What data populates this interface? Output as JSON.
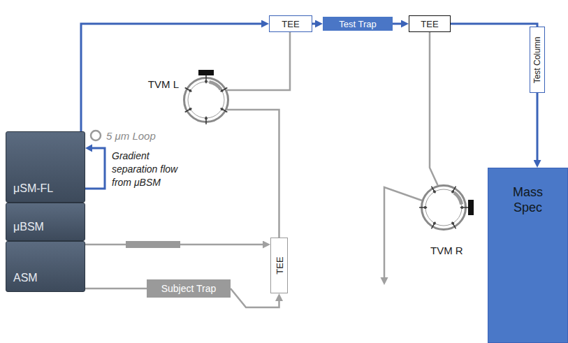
{
  "diagram": {
    "nodes": [
      {
        "text": [
          "μSM-FL"
        ]
      },
      {
        "text": [
          "μBSM"
        ]
      },
      {
        "text": [
          "ASM"
        ]
      },
      {
        "text": [
          "TEE"
        ]
      },
      {
        "text": [
          "Test Trap"
        ]
      },
      {
        "text": [
          "TEE"
        ]
      },
      {
        "text": [
          "Test Column"
        ]
      },
      {
        "text": [
          "Mass Spec"
        ]
      },
      {
        "text": [
          "TVM L"
        ]
      },
      {
        "text": [
          "TVM R"
        ]
      },
      {
        "text": [
          "TEE"
        ]
      },
      {
        "text": [
          "Subject Trap"
        ]
      }
    ],
    "edges": [
      {
        "from": 0,
        "to": 3,
        "arrow": "to"
      },
      {
        "from": 3,
        "to": 4,
        "arrow": "to"
      },
      {
        "from": 4,
        "to": 5,
        "arrow": "to"
      },
      {
        "from": 5,
        "to": 6,
        "arrow": "none"
      },
      {
        "from": 6,
        "to": 7,
        "arrow": "to"
      },
      {
        "from": 3,
        "to": 8,
        "arrow": "none"
      },
      {
        "from": 8,
        "to": 10,
        "arrow": "none"
      },
      {
        "from": 5,
        "to": 9,
        "arrow": "none"
      },
      {
        "from": 2,
        "to": 10,
        "arrow": "to"
      },
      {
        "from": 2,
        "to": 11,
        "arrow": "none"
      },
      {
        "from": 11,
        "to": 10,
        "arrow": "to"
      }
    ],
    "labels": [
      "5 μm Loop",
      "Gradient separation flow from μBSM"
    ]
  }
}
